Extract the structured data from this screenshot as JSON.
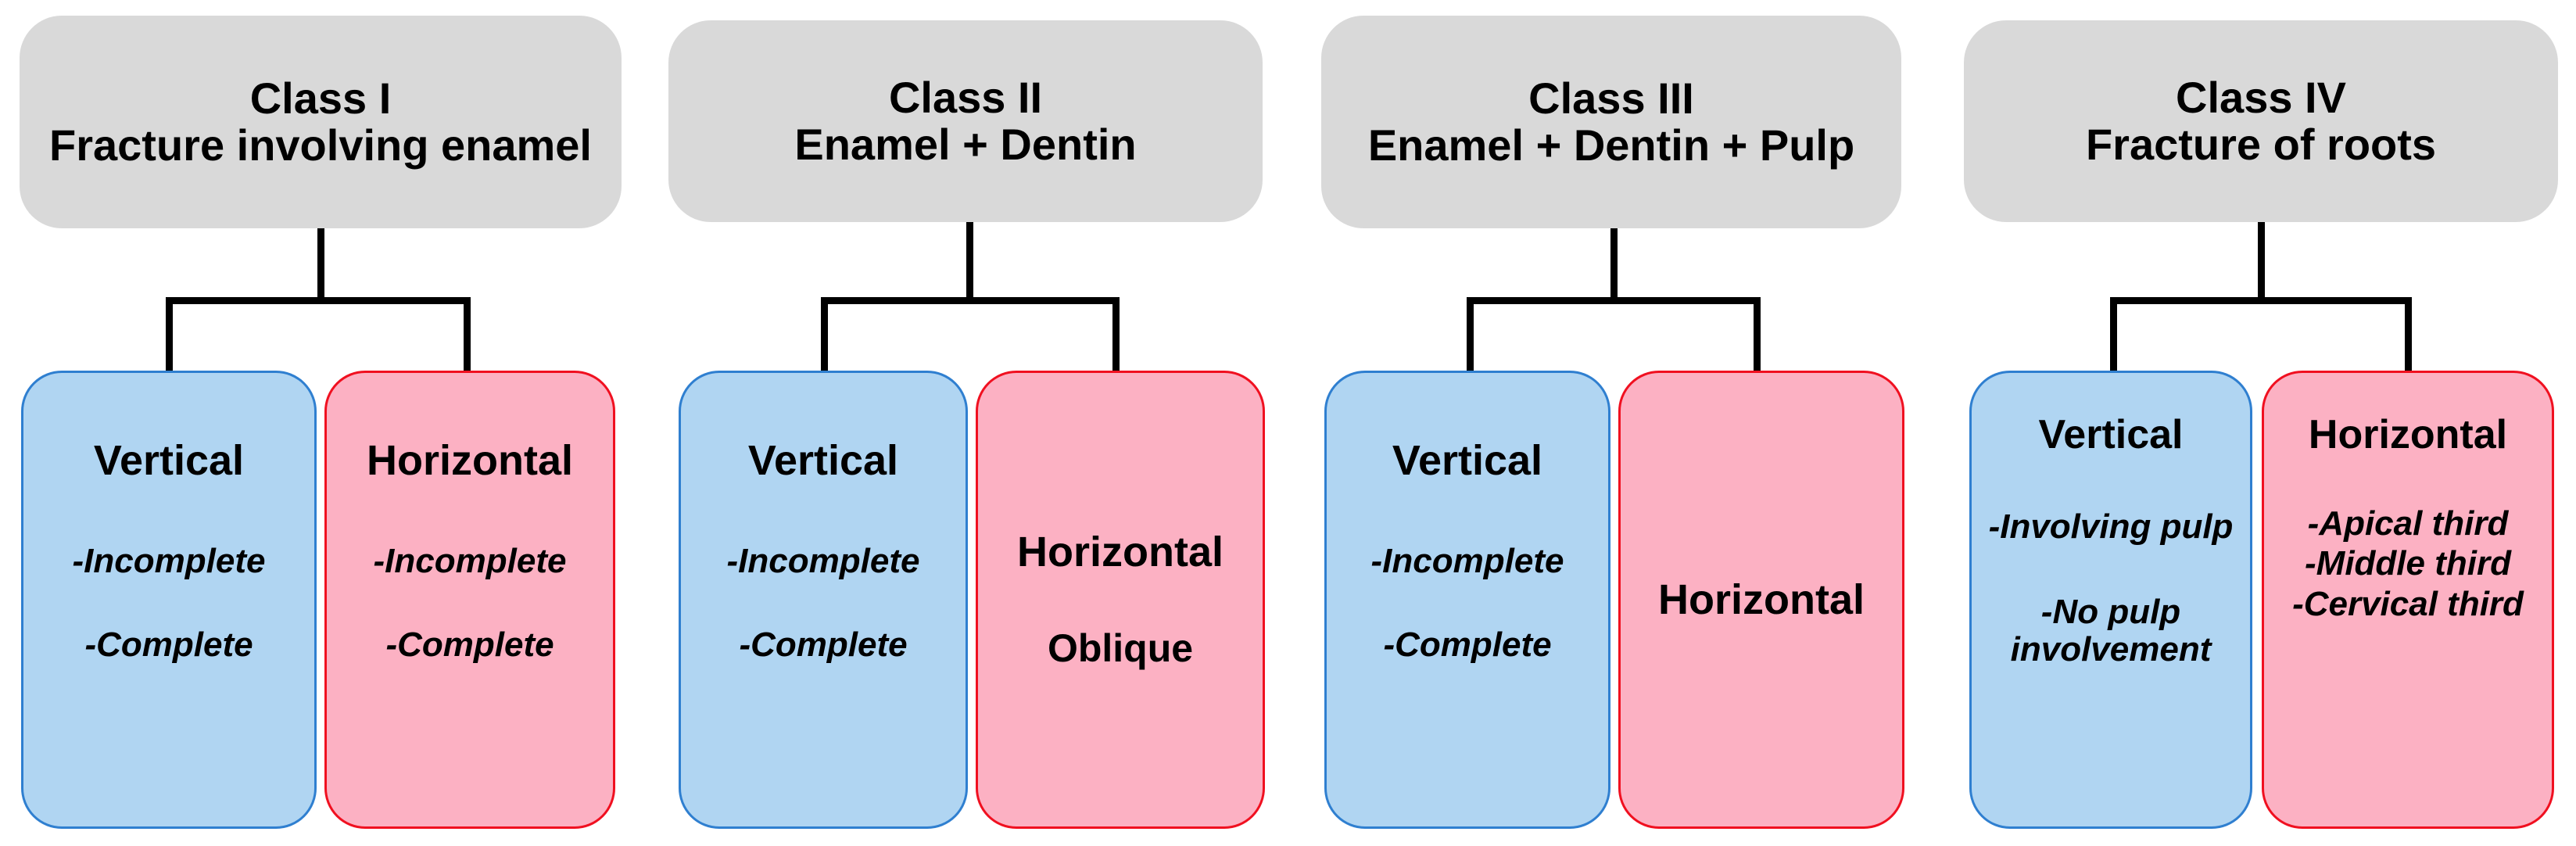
{
  "diagram": {
    "title_semantic": "classification-of-tooth-fractures",
    "colors": {
      "header_fill": "#D9D9D9",
      "blue_fill": "#B0D5F2",
      "blue_border": "#2F7FD0",
      "pink_fill": "#FCB1C3",
      "pink_border": "#F01020",
      "connector": "#000000",
      "background": "#FFFFFF",
      "text": "#000000"
    },
    "columns": [
      {
        "id": "class-1",
        "header": {
          "lines": [
            "Class I",
            "Fracture involving enamel"
          ]
        },
        "children": [
          {
            "id": "class-1-vertical",
            "color": "blue",
            "title": "Vertical",
            "items": [
              "-Incomplete",
              "-Complete"
            ],
            "plain_items": []
          },
          {
            "id": "class-1-horizontal",
            "color": "pink",
            "title": "Horizontal",
            "items": [
              "-Incomplete",
              "-Complete"
            ],
            "plain_items": []
          }
        ]
      },
      {
        "id": "class-2",
        "header": {
          "lines": [
            "Class II",
            "Enamel + Dentin"
          ]
        },
        "children": [
          {
            "id": "class-2-vertical",
            "color": "blue",
            "title": "Vertical",
            "items": [
              "-Incomplete",
              "-Complete"
            ],
            "plain_items": []
          },
          {
            "id": "class-2-horizontal",
            "color": "pink",
            "title": "Horizontal",
            "items": [],
            "plain_items": [
              "Oblique"
            ]
          }
        ]
      },
      {
        "id": "class-3",
        "header": {
          "lines": [
            "Class III",
            "Enamel + Dentin + Pulp"
          ]
        },
        "children": [
          {
            "id": "class-3-vertical",
            "color": "blue",
            "title": "Vertical",
            "items": [
              "-Incomplete",
              "-Complete"
            ],
            "plain_items": []
          },
          {
            "id": "class-3-horizontal",
            "color": "pink",
            "title": "Horizontal",
            "items": [],
            "plain_items": []
          }
        ]
      },
      {
        "id": "class-4",
        "header": {
          "lines": [
            "Class IV",
            "Fracture of roots"
          ]
        },
        "children": [
          {
            "id": "class-4-vertical",
            "color": "blue",
            "title": "Vertical",
            "items": [
              "-Involving pulp",
              "-No pulp involvement"
            ],
            "plain_items": []
          },
          {
            "id": "class-4-horizontal",
            "color": "pink",
            "title": "Horizontal",
            "items": [
              "-Apical third",
              "-Middle third",
              "-Cervical third"
            ],
            "plain_items": []
          }
        ]
      }
    ]
  }
}
